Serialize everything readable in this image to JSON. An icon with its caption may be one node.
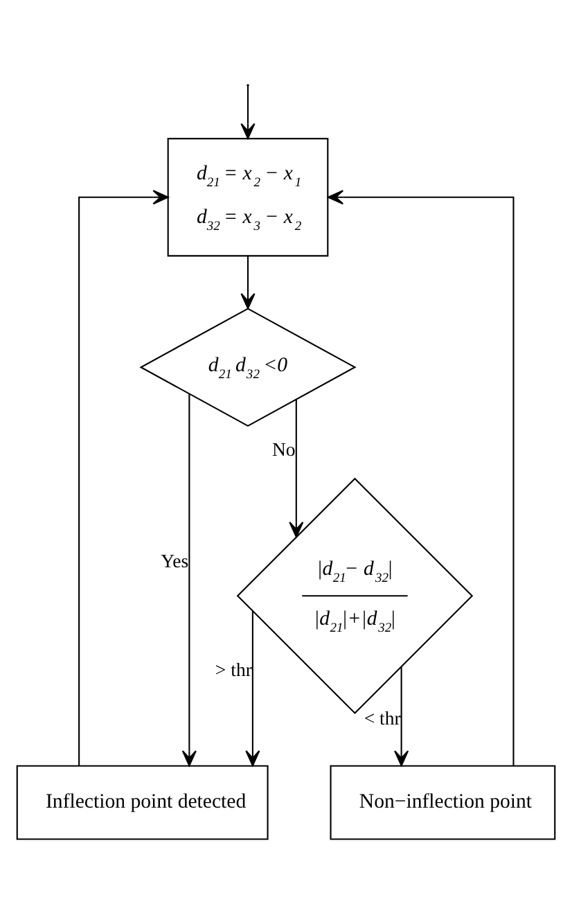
{
  "diagram": {
    "nodes": [
      {
        "text": [
          "d$_{21}$ = x$_{2}$ − x$_{1}$",
          "d$_{32}$ = x$_{3}$ − x$_{2}$"
        ]
      },
      {
        "text": [
          "d$_{21}$ d$_{32}$ <0"
        ]
      },
      {
        "text": [
          "|d$_{21}$− d$_{32}$|",
          "|d$_{21}$|+|d$_{32}$|"
        ]
      },
      {
        "text": [
          "Inflection point detected"
        ]
      },
      {
        "text": [
          "Non−inflection point"
        ]
      }
    ],
    "edges": [
      {
        "from": null,
        "to": 0,
        "arrow": "to"
      },
      {
        "from": 0,
        "to": 1,
        "arrow": "to"
      },
      {
        "from": 1,
        "to": 2,
        "arrow": "to",
        "label": "No"
      },
      {
        "from": 1,
        "to": 3,
        "arrow": "to",
        "label": "Yes"
      },
      {
        "from": 2,
        "to": 3,
        "arrow": "to",
        "label": "> thr"
      },
      {
        "from": 2,
        "to": 4,
        "arrow": "to",
        "label": "< thr"
      },
      {
        "from": 3,
        "to": 0,
        "arrow": "to"
      },
      {
        "from": 4,
        "to": 0,
        "arrow": "to"
      }
    ]
  }
}
